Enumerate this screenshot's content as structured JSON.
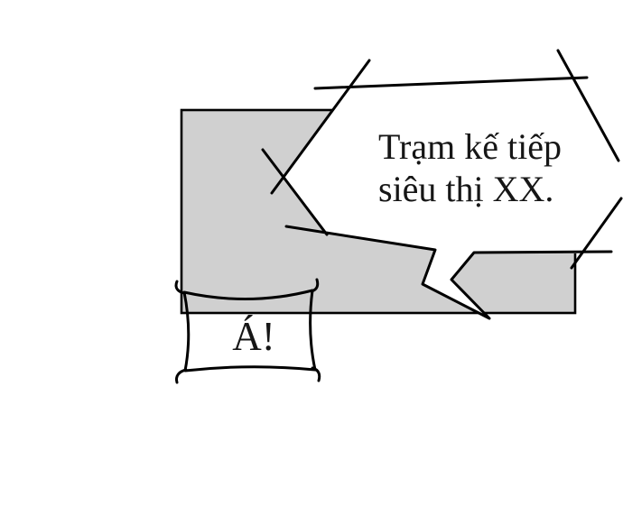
{
  "scene": {
    "description_label": "comic-panel",
    "speech_bubble": {
      "line1": "Trạm kế tiếp",
      "line2": "siêu thị XX."
    },
    "scream_bubble": {
      "text": "Á!"
    }
  },
  "colors": {
    "background": "#ffffff",
    "panel_fill": "#d0d0d0",
    "bubble_fill": "#ffffff",
    "ink": "#000000",
    "text": "#161616"
  }
}
